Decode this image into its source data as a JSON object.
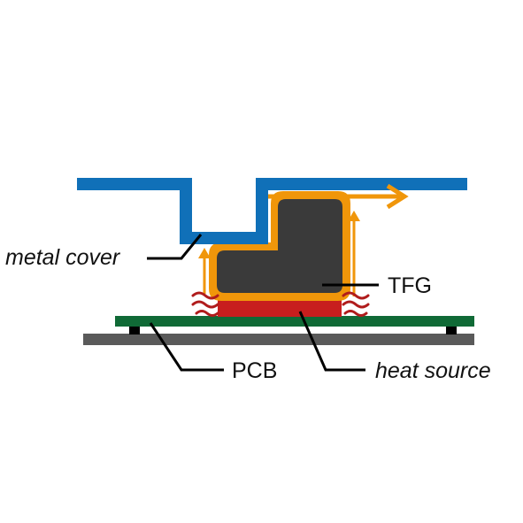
{
  "labels": {
    "metal_cover": "metal cover",
    "tfg": "TFG",
    "pcb": "PCB",
    "heat_source": "heat source"
  },
  "colors": {
    "metal_cover": "#1070b8",
    "tfg_border": "#f0960a",
    "heat_spreader_core": "#3a3a3a",
    "heat_source": "#c81e1e",
    "pcb": "#106a36",
    "chassis": "#5a5a5a",
    "heat_wave": "#b01c1c",
    "leader_line": "#000000"
  },
  "icons": {
    "heat_flow_arrow": "arrow-up-icon",
    "heat_out_arrow": "arrow-right-icon",
    "heat_wave": "heat-wave-icon"
  }
}
